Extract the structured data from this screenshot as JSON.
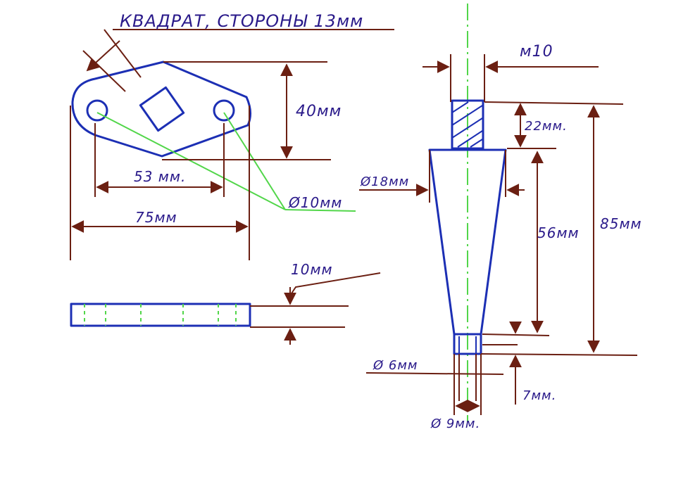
{
  "labels": {
    "square": "КВАДРАТ, СТОРОНЫ 13мм",
    "h40": "40мм",
    "w53": "53 мм.",
    "w75": "75мм",
    "hole": "Ø10мм",
    "thick": "10мм",
    "thread": "м10",
    "h22": "22мм.",
    "d18": "Ø18мм",
    "h56": "56мм",
    "h85": "85мм",
    "d6": "Ø 6мм",
    "h7": "7мм.",
    "d9": "Ø 9мм."
  },
  "colors": {
    "outline": "#1c2fb4",
    "dimension": "#6b1f12",
    "centerline": "#52d64a",
    "text": "#2a1a8a"
  }
}
